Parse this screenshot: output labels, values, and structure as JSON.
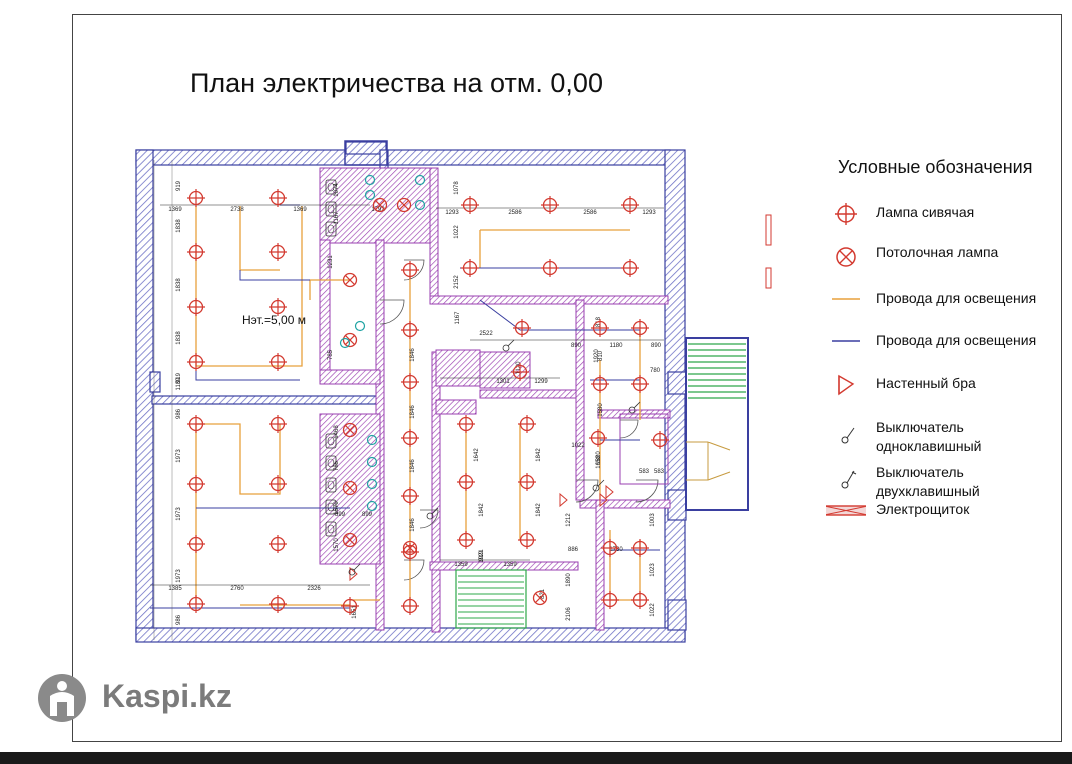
{
  "title": "План электричества на отм. 0,00",
  "plan": {
    "height_label": "Нэт.=5,00 м",
    "dimensions": [
      "1369",
      "2738",
      "1369",
      "1792",
      "1293",
      "2586",
      "2586",
      "1293",
      "2522",
      "890",
      "1180",
      "890",
      "1301",
      "1299",
      "780",
      "1022",
      "1730",
      "886",
      "583",
      "583",
      "1359",
      "1359",
      "1385",
      "2760",
      "2326",
      "899",
      "899",
      "919",
      "1838",
      "1838",
      "1838",
      "919",
      "986",
      "1973",
      "1973",
      "1973",
      "986",
      "1231",
      "1846",
      "1846",
      "1846",
      "1846",
      "1842",
      "1842",
      "1842",
      "1642",
      "1921",
      "1120",
      "1920",
      "1890",
      "2106",
      "1212",
      "1003",
      "1023",
      "1022",
      "1022",
      "2152",
      "1078",
      "1074",
      "1167",
      "1167",
      "818",
      "810",
      "1820",
      "1580",
      "1658",
      "1468",
      "785",
      "1570",
      "1570",
      "785",
      "1651",
      "1189",
      "919",
      "821",
      "848"
    ]
  },
  "legend": {
    "title": "Условные обозначения",
    "items": [
      {
        "icon": "pendant-lamp-icon",
        "label": "Лампа сивячая"
      },
      {
        "icon": "ceiling-lamp-icon",
        "label": "Потолочная лампа"
      },
      {
        "icon": "orange-wire-icon",
        "label": "Провода для освещения",
        "color": "#e8a03c"
      },
      {
        "icon": "blue-wire-icon",
        "label": "Провода для освещения",
        "color": "#3a3fa0"
      },
      {
        "icon": "wall-sconce-icon",
        "label": "Настенный бра"
      },
      {
        "icon": "single-switch-icon",
        "label": "Выключатель\nодноклавишный"
      },
      {
        "icon": "double-switch-icon",
        "label": "Выключатель\nдвухклавишный"
      },
      {
        "icon": "electrical-panel-icon",
        "label": "Электрощиток"
      }
    ]
  },
  "colors": {
    "wall": "#3a3fa0",
    "wall_hatch": "#6f73c6",
    "partition": "#9a3fb0",
    "lamp": "#d33a30",
    "wire_orange": "#e8a03c",
    "wire_blue": "#3a3fa0",
    "stairs": "#2ea84a"
  },
  "brand": "Kaspi.kz"
}
